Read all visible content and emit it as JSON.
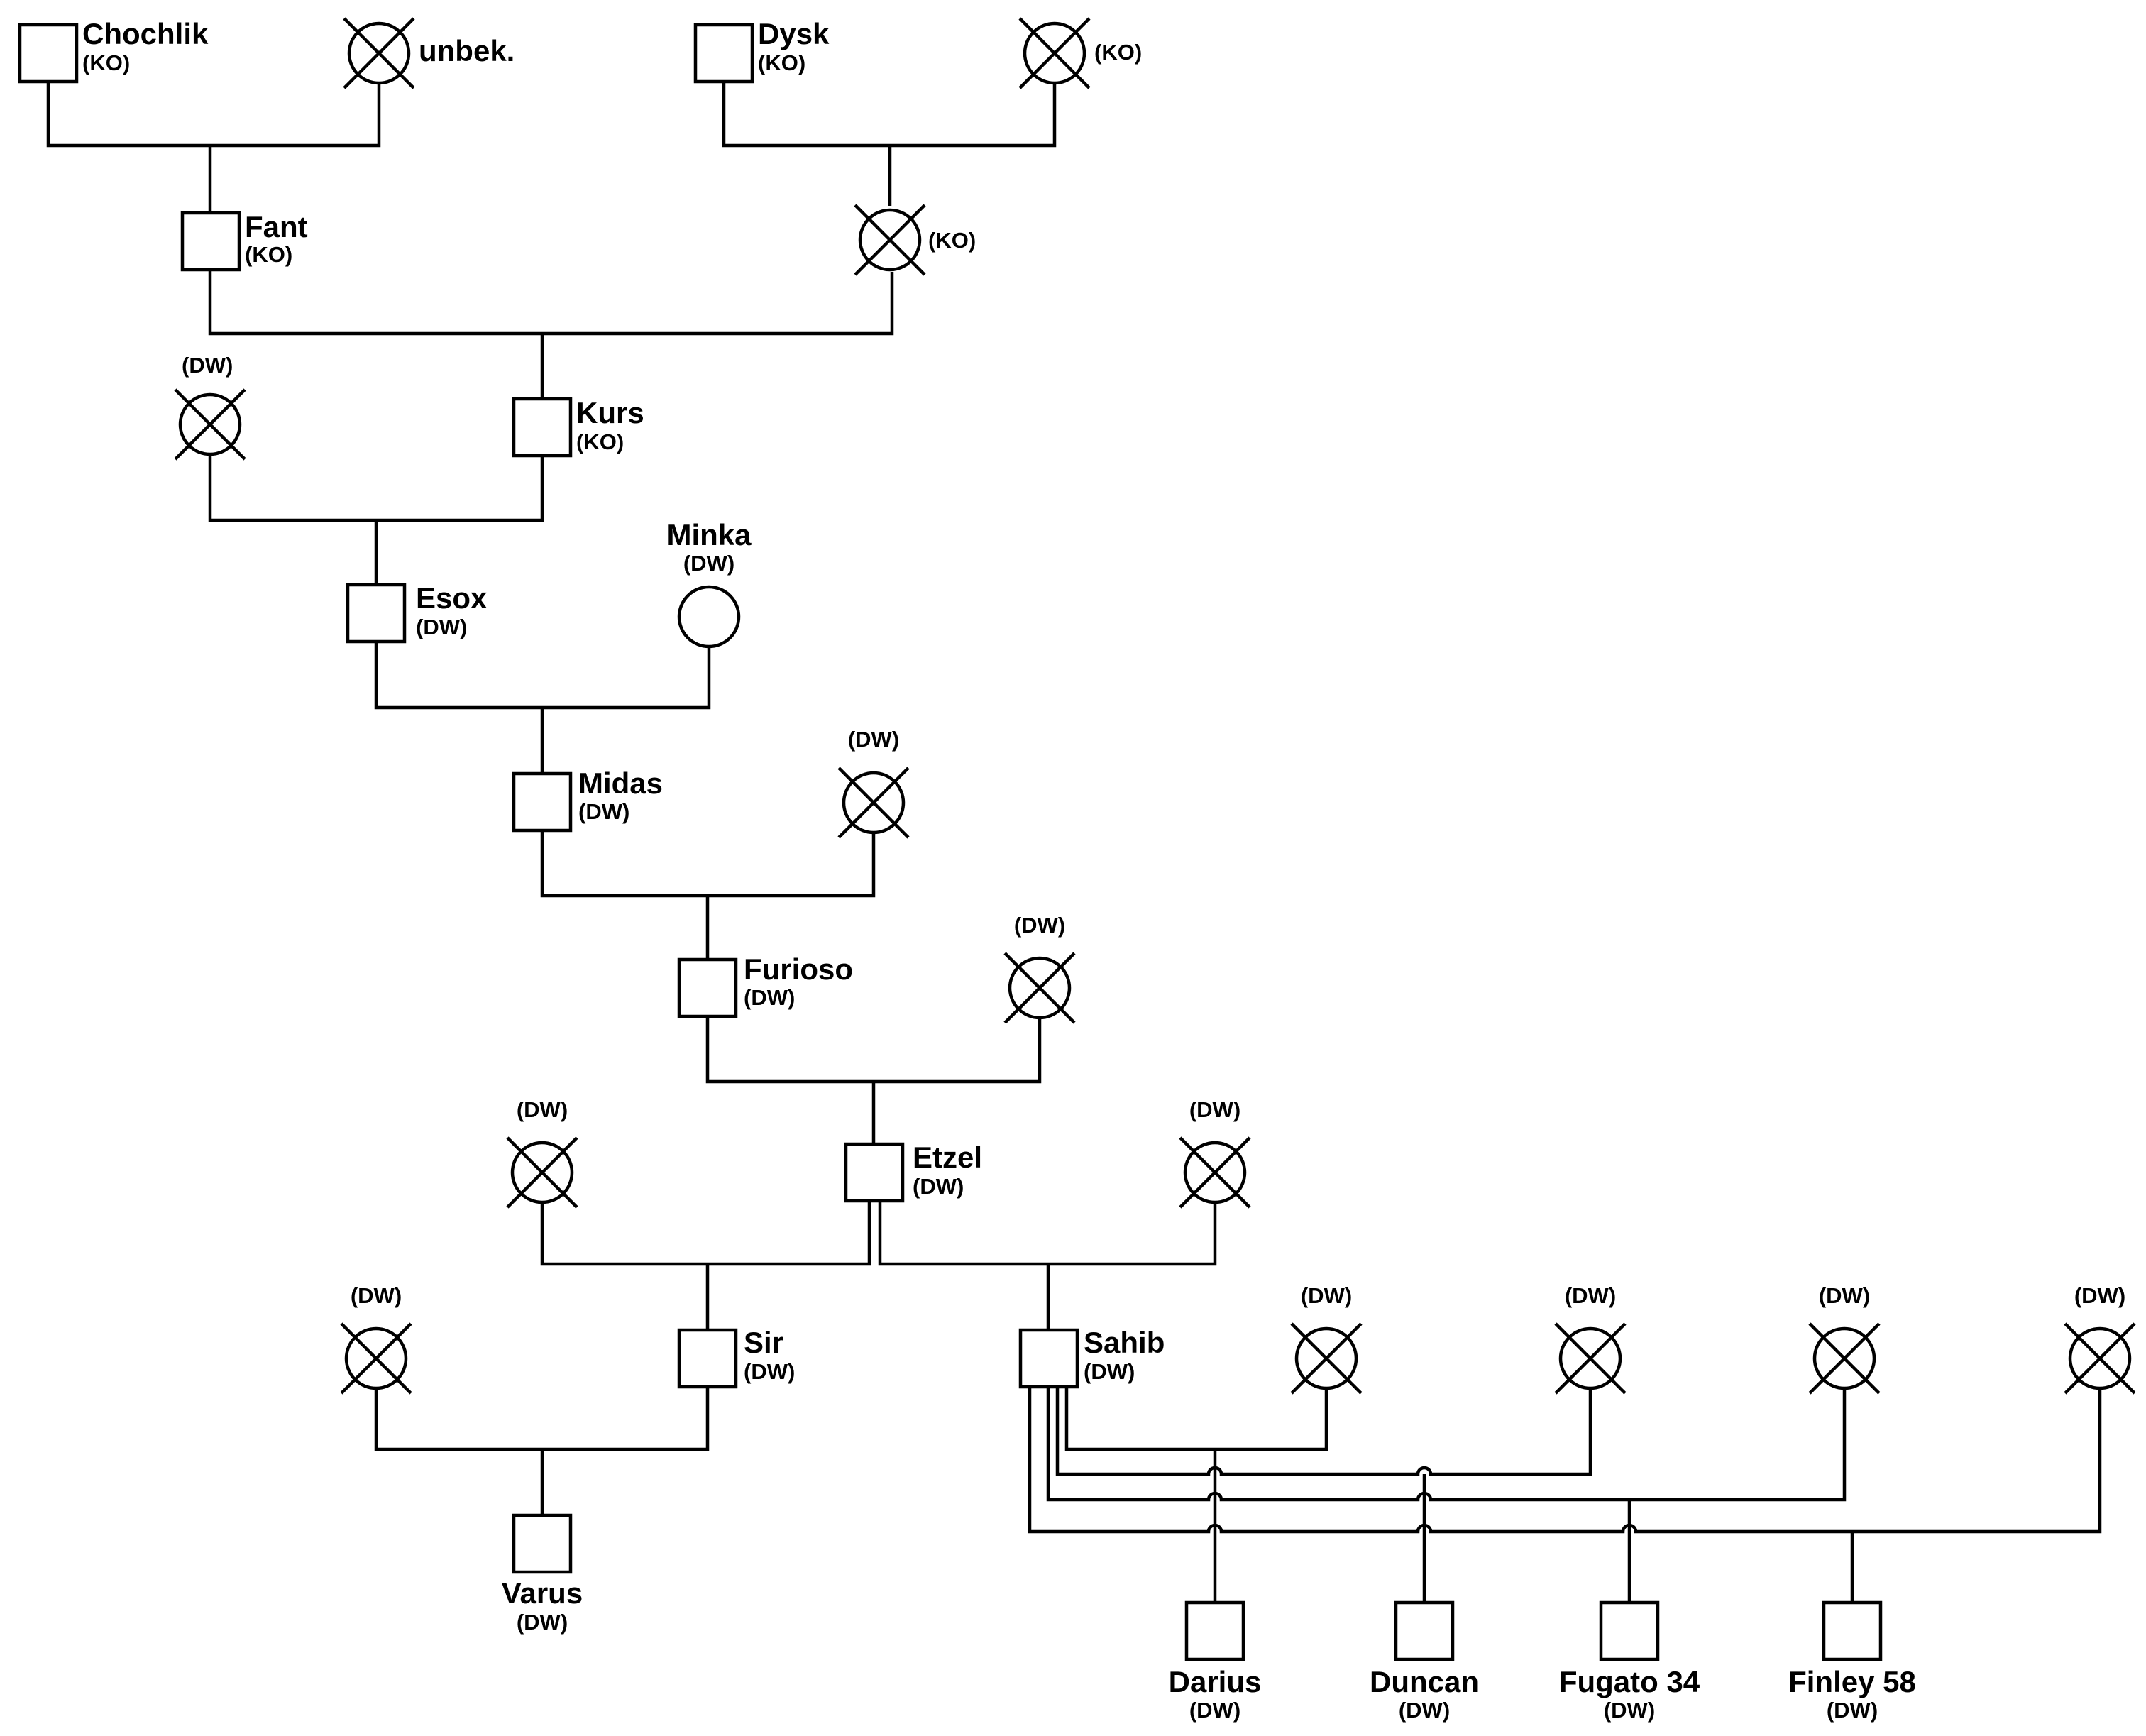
{
  "individuals": [
    {
      "id": "chochlik",
      "sex": "male",
      "name": "Chochlik",
      "tag": "(KO)"
    },
    {
      "id": "unbek",
      "sex": "unknown",
      "name": "unbek.",
      "tag": ""
    },
    {
      "id": "dysk",
      "sex": "male",
      "name": "Dysk",
      "tag": "(KO)"
    },
    {
      "id": "dysk_mate",
      "sex": "unknown",
      "name": "",
      "tag": "(KO)"
    },
    {
      "id": "fant",
      "sex": "male",
      "name": "Fant",
      "tag": "(KO)"
    },
    {
      "id": "fant_mate",
      "sex": "unknown",
      "name": "",
      "tag": "(KO)"
    },
    {
      "id": "kurs_mate",
      "sex": "unknown",
      "name": "",
      "tag": "(DW)"
    },
    {
      "id": "kurs",
      "sex": "male",
      "name": "Kurs",
      "tag": "(KO)"
    },
    {
      "id": "esox",
      "sex": "male",
      "name": "Esox",
      "tag": "(DW)"
    },
    {
      "id": "minka",
      "sex": "female",
      "name": "Minka",
      "tag": "(DW)"
    },
    {
      "id": "midas",
      "sex": "male",
      "name": "Midas",
      "tag": "(DW)"
    },
    {
      "id": "midas_mate",
      "sex": "unknown",
      "name": "",
      "tag": "(DW)"
    },
    {
      "id": "furioso",
      "sex": "male",
      "name": "Furioso",
      "tag": "(DW)"
    },
    {
      "id": "furioso_mate",
      "sex": "unknown",
      "name": "",
      "tag": "(DW)"
    },
    {
      "id": "etzel",
      "sex": "male",
      "name": "Etzel",
      "tag": "(DW)"
    },
    {
      "id": "etzel_mate1",
      "sex": "unknown",
      "name": "",
      "tag": "(DW)"
    },
    {
      "id": "etzel_mate2",
      "sex": "unknown",
      "name": "",
      "tag": "(DW)"
    },
    {
      "id": "sir",
      "sex": "male",
      "name": "Sir",
      "tag": "(DW)"
    },
    {
      "id": "sir_mate",
      "sex": "unknown",
      "name": "",
      "tag": "(DW)"
    },
    {
      "id": "sahib",
      "sex": "male",
      "name": "Sahib",
      "tag": "(DW)"
    },
    {
      "id": "sahib_mate1",
      "sex": "unknown",
      "name": "",
      "tag": "(DW)"
    },
    {
      "id": "sahib_mate2",
      "sex": "unknown",
      "name": "",
      "tag": "(DW)"
    },
    {
      "id": "sahib_mate3",
      "sex": "unknown",
      "name": "",
      "tag": "(DW)"
    },
    {
      "id": "sahib_mate4",
      "sex": "unknown",
      "name": "",
      "tag": "(DW)"
    },
    {
      "id": "varus",
      "sex": "male",
      "name": "Varus",
      "tag": "(DW)"
    },
    {
      "id": "darius",
      "sex": "male",
      "name": "Darius",
      "tag": "(DW)"
    },
    {
      "id": "duncan",
      "sex": "male",
      "name": "Duncan",
      "tag": "(DW)"
    },
    {
      "id": "fugato34",
      "sex": "male",
      "name": "Fugato 34",
      "tag": "(DW)"
    },
    {
      "id": "finley58",
      "sex": "male",
      "name": "Finley 58",
      "tag": "(DW)"
    }
  ],
  "matings": [
    {
      "parents": [
        "chochlik",
        "unbek"
      ],
      "children": [
        "fant"
      ]
    },
    {
      "parents": [
        "dysk",
        "dysk_mate"
      ],
      "children": [
        "fant_mate"
      ]
    },
    {
      "parents": [
        "fant",
        "fant_mate"
      ],
      "children": [
        "kurs"
      ]
    },
    {
      "parents": [
        "kurs_mate",
        "kurs"
      ],
      "children": [
        "esox"
      ]
    },
    {
      "parents": [
        "esox",
        "minka"
      ],
      "children": [
        "midas"
      ]
    },
    {
      "parents": [
        "midas",
        "midas_mate"
      ],
      "children": [
        "furioso"
      ]
    },
    {
      "parents": [
        "furioso",
        "furioso_mate"
      ],
      "children": [
        "etzel"
      ]
    },
    {
      "parents": [
        "etzel_mate1",
        "etzel"
      ],
      "children": [
        "sir"
      ]
    },
    {
      "parents": [
        "etzel",
        "etzel_mate2"
      ],
      "children": [
        "sahib"
      ]
    },
    {
      "parents": [
        "sir_mate",
        "sir"
      ],
      "children": [
        "varus"
      ]
    },
    {
      "parents": [
        "sahib",
        "sahib_mate1"
      ],
      "children": [
        "darius"
      ]
    },
    {
      "parents": [
        "sahib",
        "sahib_mate2"
      ],
      "children": [
        "duncan"
      ]
    },
    {
      "parents": [
        "sahib",
        "sahib_mate3"
      ],
      "children": [
        "fugato34"
      ]
    },
    {
      "parents": [
        "sahib",
        "sahib_mate4"
      ],
      "children": [
        "finley58"
      ]
    }
  ]
}
